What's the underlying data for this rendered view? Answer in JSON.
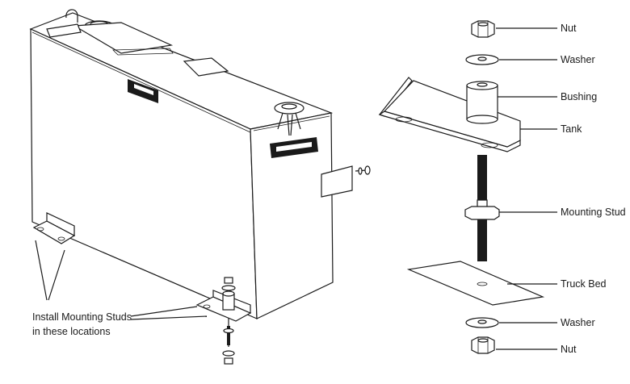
{
  "labels": {
    "nut_top": "Nut",
    "washer_top": "Washer",
    "bushing": "Bushing",
    "tank": "Tank",
    "mounting_stud": "Mounting Stud",
    "truck_bed": "Truck Bed",
    "washer_bottom": "Washer",
    "nut_bottom": "Nut"
  },
  "instruction": {
    "line1": "Install Mounting Studs",
    "line2": "in these locations"
  }
}
